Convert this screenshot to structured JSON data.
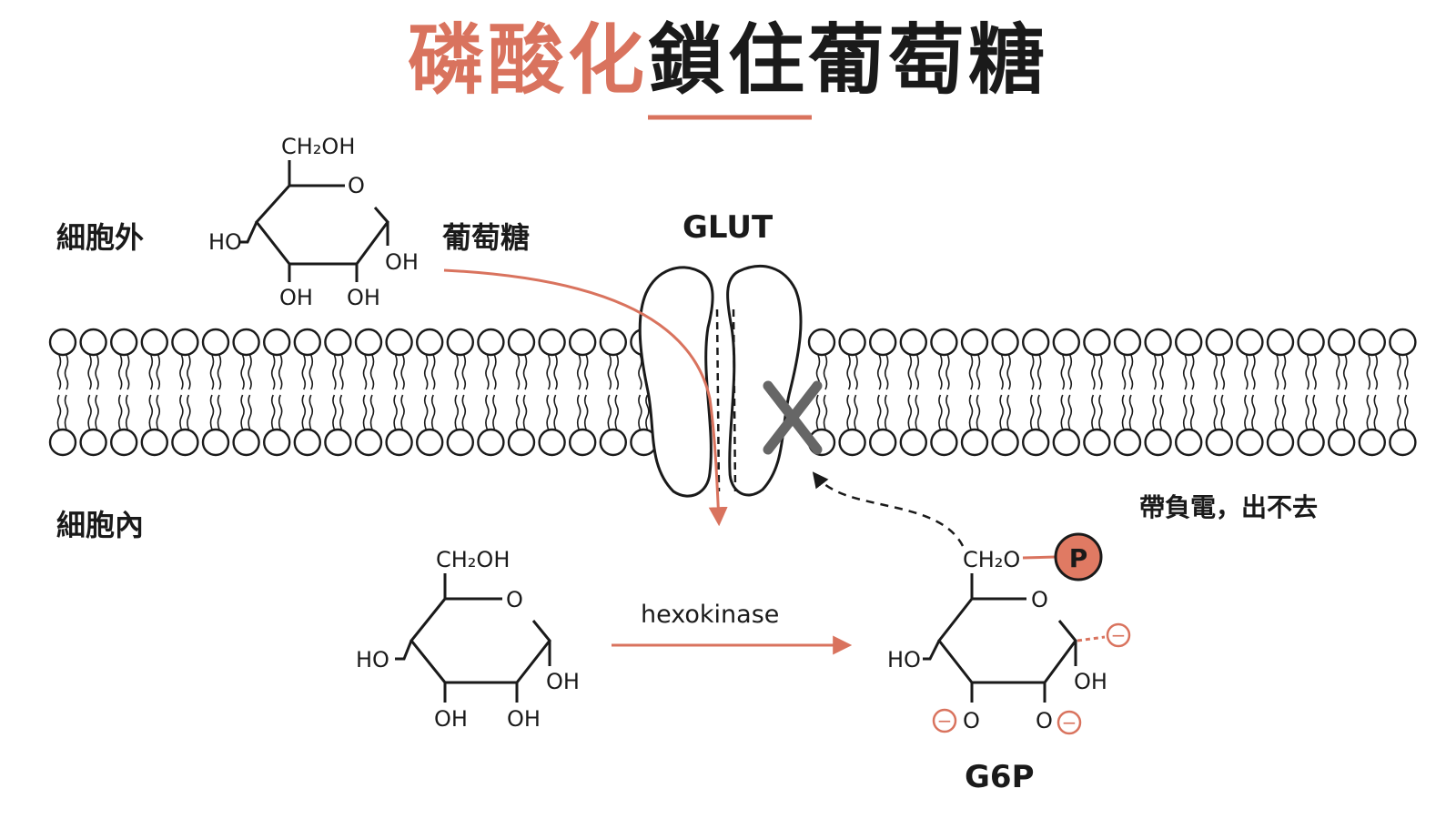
{
  "title": {
    "accent": "磷酸化",
    "rest": "鎖住葡萄糖"
  },
  "regions": {
    "outside": "細胞外",
    "inside": "細胞內"
  },
  "labels": {
    "glucose": "葡萄糖",
    "transporter": "GLUT",
    "enzyme": "hexokinase",
    "product": "G6P",
    "trapped_note": "帶負電，出不去"
  },
  "molecule_labels": {
    "ch2oh": "CH₂OH",
    "ch2o": "CH₂O",
    "ring_o": "O",
    "ho": "HO",
    "oh": "OH",
    "o": "O",
    "phosphate": "P",
    "negative": "−"
  },
  "colors": {
    "accent": "#d9735e",
    "ink": "#1a1a1a",
    "blocked": "#666666"
  }
}
